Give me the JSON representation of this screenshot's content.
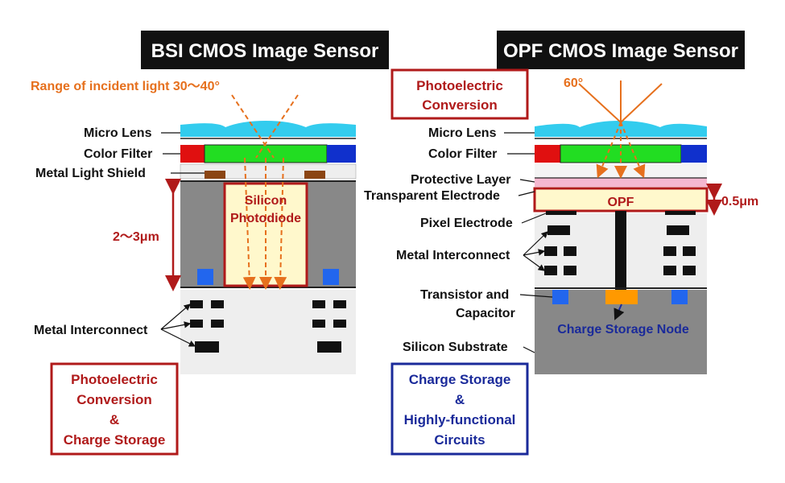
{
  "left": {
    "title": "BSI CMOS Image Sensor",
    "incident_label": "Range of incident light 30〜40°",
    "micro_lens": "Micro Lens",
    "color_filter": "Color Filter",
    "metal_light_shield": "Metal Light Shield",
    "thickness": "2〜3μm",
    "photodiode": [
      "Silicon",
      "Photodiode"
    ],
    "metal_interconnect": "Metal Interconnect",
    "box_lines": [
      "Photoelectric",
      "Conversion",
      "&",
      "Charge Storage"
    ]
  },
  "right": {
    "title": "OPF CMOS Image Sensor",
    "angle": "60°",
    "box_top": [
      "Photoelectric",
      "Conversion"
    ],
    "micro_lens": "Micro Lens",
    "color_filter": "Color Filter",
    "protective_layer": "Protective Layer",
    "transparent_electrode": "Transparent Electrode",
    "opf": "OPF",
    "opf_thickness": "0.5μm",
    "pixel_electrode": "Pixel Electrode",
    "metal_interconnect": "Metal Interconnect",
    "transistor": [
      "Transistor and",
      "Capacitor"
    ],
    "charge_storage_node": "Charge Storage Node",
    "silicon_substrate": "Silicon Substrate",
    "box_bottom": [
      "Charge Storage",
      "&",
      "Highly-functional",
      "Circuits"
    ]
  },
  "colors": {
    "lens": "#33ccee",
    "red_filter": "#e01010",
    "green_filter": "#22dd22",
    "blue_filter": "#1030cc",
    "shield": "#8b4513",
    "gray": "#888888",
    "photodiode": "#fff8cc",
    "accent_orange": "#e6701d",
    "accent_red": "#b01a1a",
    "accent_navy": "#1a2a9a"
  }
}
